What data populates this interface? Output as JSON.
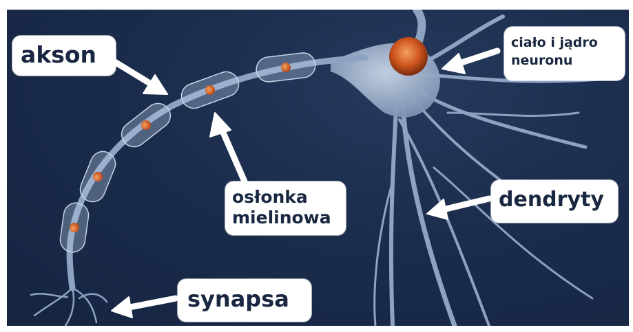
{
  "labels": {
    "akson": "akson",
    "cialo_line1": "ciało i jądro",
    "cialo_line2": "neuronu",
    "oslonka_line1": "osłonka",
    "oslonka_line2": "mielinowa",
    "dendryty": "dendryty",
    "synapsa": "synapsa"
  },
  "colors": {
    "background": "#1b2c4c",
    "neuron": "#9fb3cf",
    "nucleus": "#e06a2a",
    "label_text": "#1a2740",
    "arrow": "#ffffff"
  }
}
